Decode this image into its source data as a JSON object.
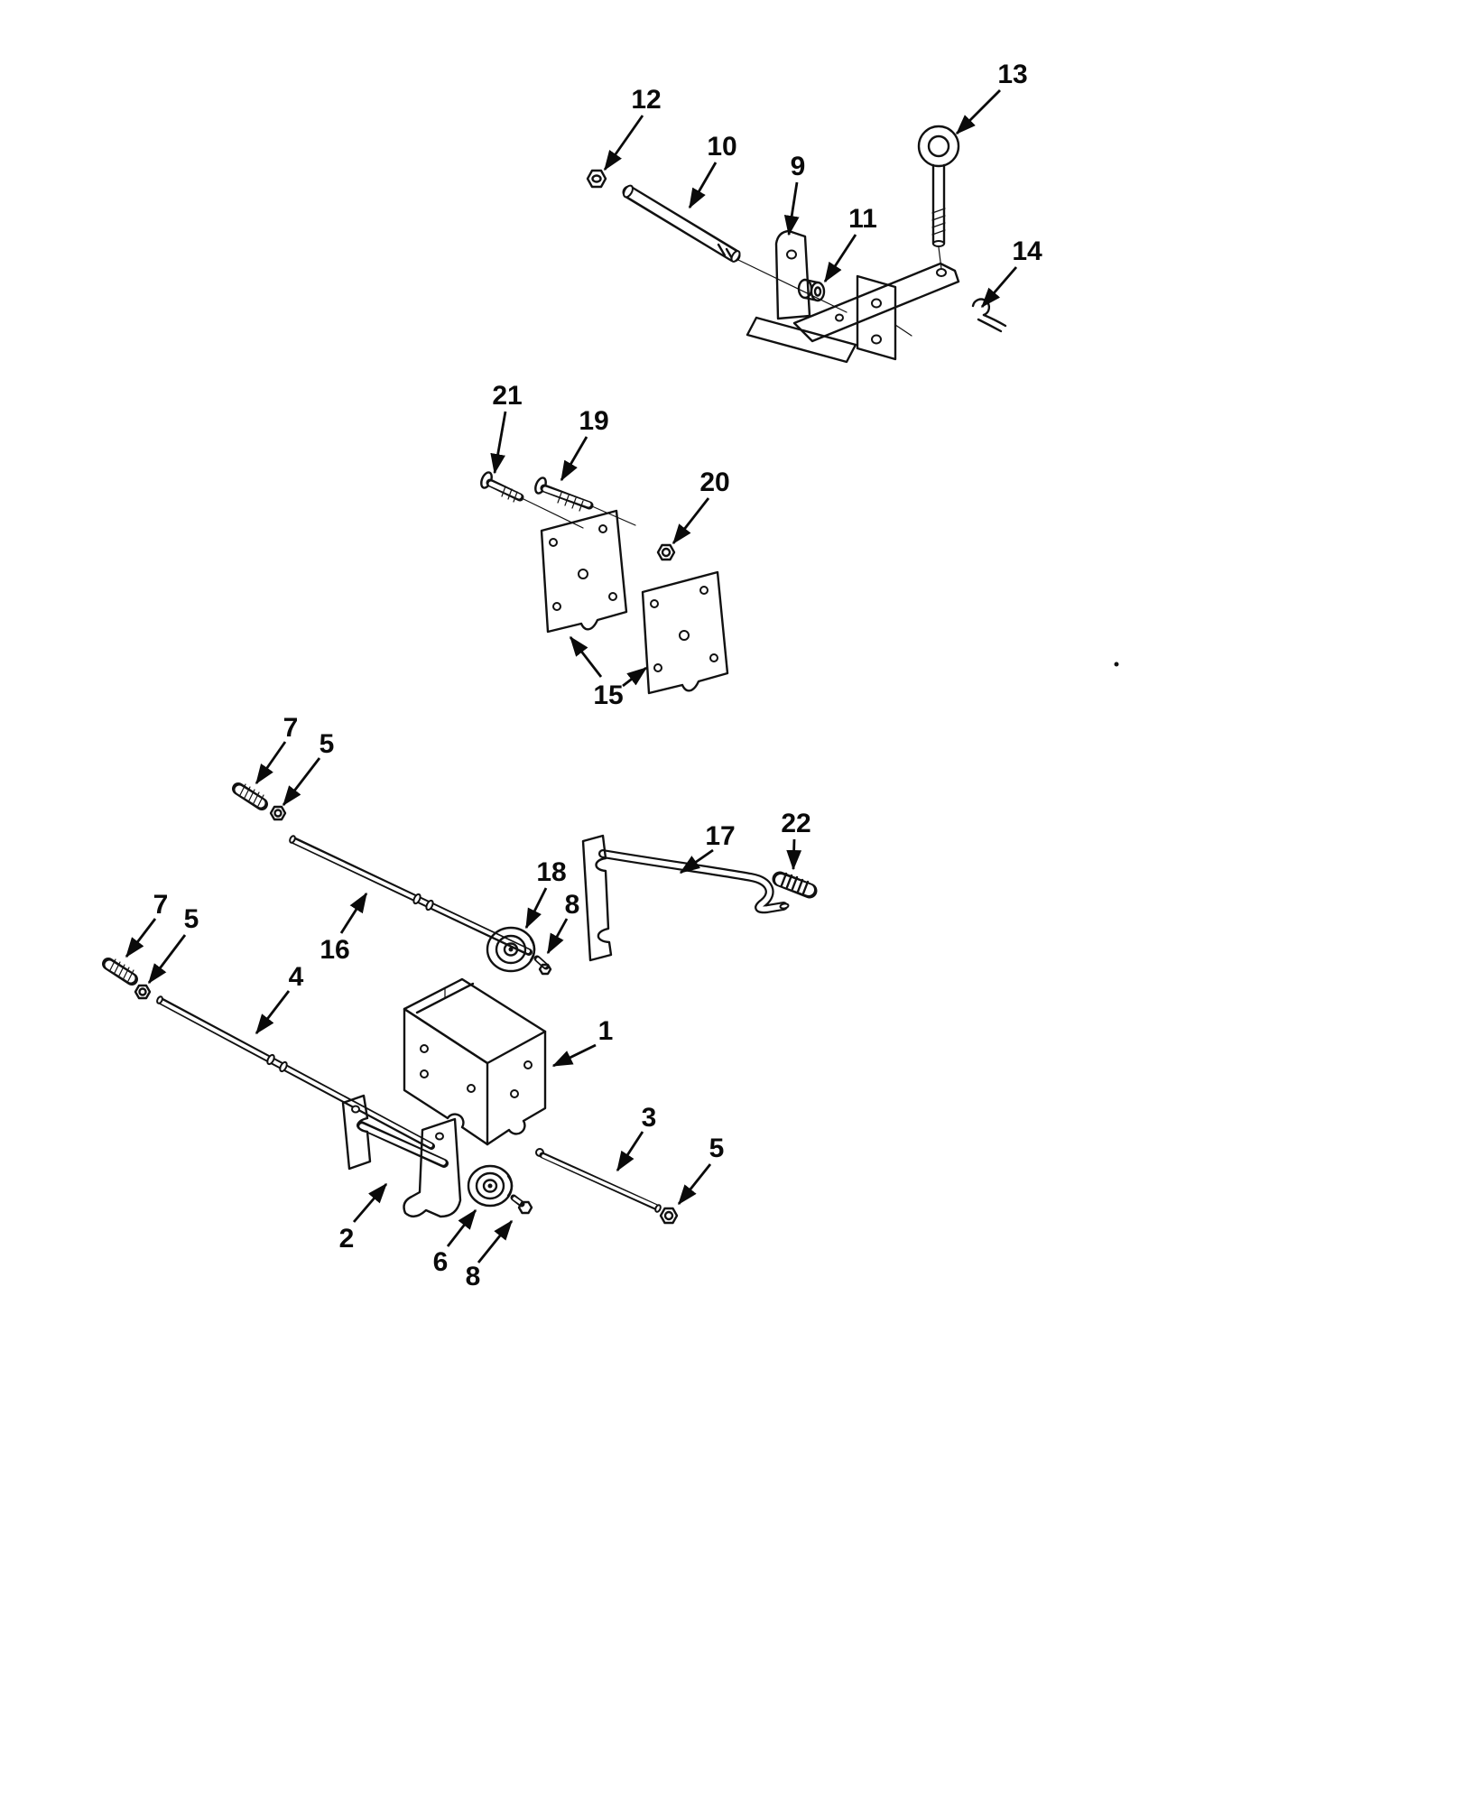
{
  "figure": {
    "type": "exploded-parts-diagram",
    "background": "#ffffff",
    "ink": "#111111",
    "callouts": [
      {
        "label": "13"
      },
      {
        "label": "12"
      },
      {
        "label": "10"
      },
      {
        "label": "9"
      },
      {
        "label": "11"
      },
      {
        "label": "14"
      },
      {
        "label": "21"
      },
      {
        "label": "19"
      },
      {
        "label": "20"
      },
      {
        "label": "15"
      },
      {
        "label": "7"
      },
      {
        "label": "5"
      },
      {
        "label": "17"
      },
      {
        "label": "22"
      },
      {
        "label": "18"
      },
      {
        "label": "8"
      },
      {
        "label": "16"
      },
      {
        "label": "7"
      },
      {
        "label": "5"
      },
      {
        "label": "4"
      },
      {
        "label": "1"
      },
      {
        "label": "3"
      },
      {
        "label": "5"
      },
      {
        "label": "2"
      },
      {
        "label": "6"
      },
      {
        "label": "8"
      }
    ]
  }
}
